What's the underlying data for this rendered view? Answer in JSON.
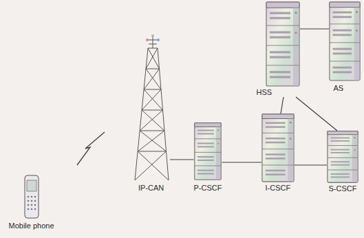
{
  "diagram": {
    "nodes": [
      {
        "text": [
          "Mobile phone"
        ]
      },
      {
        "text": [
          "IP-CAN"
        ]
      },
      {
        "text": [
          "P-CSCF"
        ]
      },
      {
        "text": [
          "I-CSCF"
        ]
      },
      {
        "text": [
          "S-CSCF"
        ]
      },
      {
        "text": [
          "HSS"
        ]
      },
      {
        "text": [
          "AS"
        ]
      }
    ],
    "edges": [
      {
        "from": 1,
        "to": 2,
        "arrow": "none"
      },
      {
        "from": 2,
        "to": 3,
        "arrow": "none"
      },
      {
        "from": 3,
        "to": 4,
        "arrow": "none"
      },
      {
        "from": 5,
        "to": 3,
        "arrow": "none"
      },
      {
        "from": 5,
        "to": 6,
        "arrow": "none"
      },
      {
        "from": 5,
        "to": 4,
        "arrow": "none"
      }
    ]
  }
}
